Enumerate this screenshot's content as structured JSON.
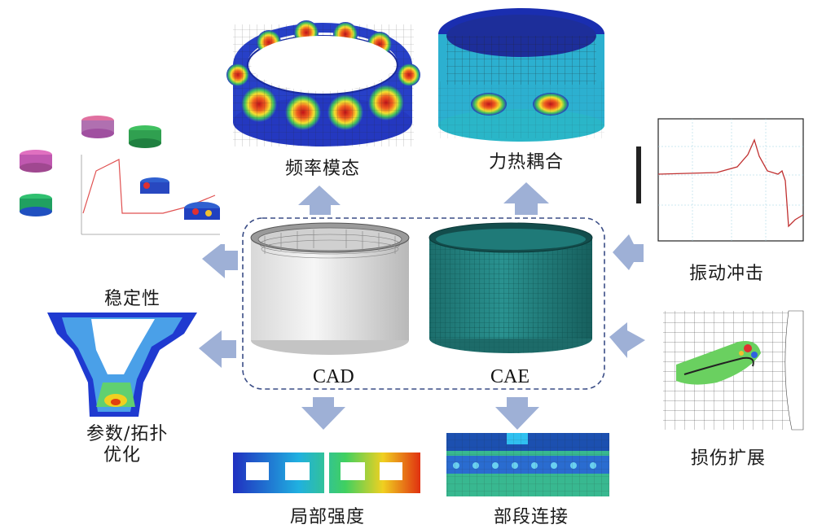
{
  "center": {
    "cad_label": "CAD",
    "cae_label": "CAE"
  },
  "labels": {
    "modal": "频率模态",
    "thermal": "力热耦合",
    "vibration": "振动冲击",
    "damage": "损伤扩展",
    "section": "部段连接",
    "local": "局部强度",
    "topology_line1": "参数/拓扑",
    "topology_line2": "优化",
    "stability": "稳定性"
  },
  "colors": {
    "arrow": "#9eb0d6",
    "dashed_border": "#3a4d86",
    "mesh_green": "#1a7a78",
    "fem_red": "#e02020",
    "fem_blue": "#2a3fd0"
  },
  "icons": [
    "arrow-up-icon",
    "arrow-down-icon",
    "arrow-left-icon",
    "arrow-right-icon"
  ]
}
